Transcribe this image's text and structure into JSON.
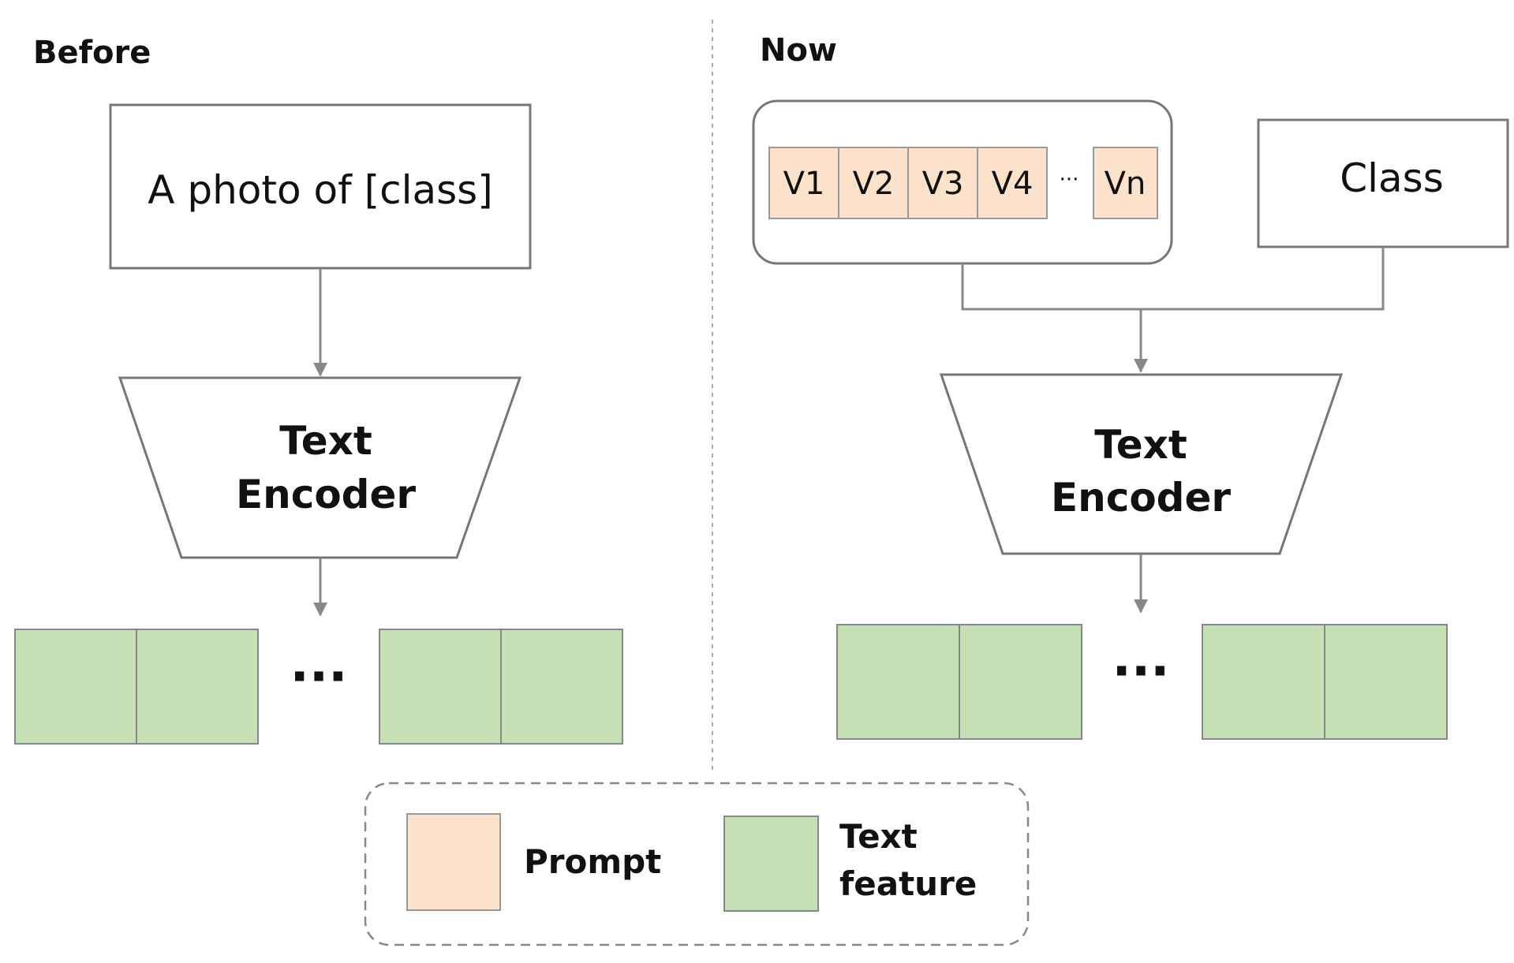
{
  "colors": {
    "prompt": "#fde2cb",
    "text_feature": "#c5e0b4",
    "border": "#777777",
    "arrow": "#888888"
  },
  "before": {
    "title": "Before",
    "input_box": "A photo of [class]",
    "encoder": [
      "Text",
      "Encoder"
    ],
    "ellipsis": "···"
  },
  "now": {
    "title": "Now",
    "tokens": [
      "V1",
      "V2",
      "V3",
      "V4"
    ],
    "token_ellipsis": "···",
    "last_token": "Vn",
    "class_box": "Class",
    "encoder": [
      "Text",
      "Encoder"
    ],
    "ellipsis": "···"
  },
  "legend": {
    "prompt_label": "Prompt",
    "feature_label": [
      "Text",
      "feature"
    ]
  }
}
